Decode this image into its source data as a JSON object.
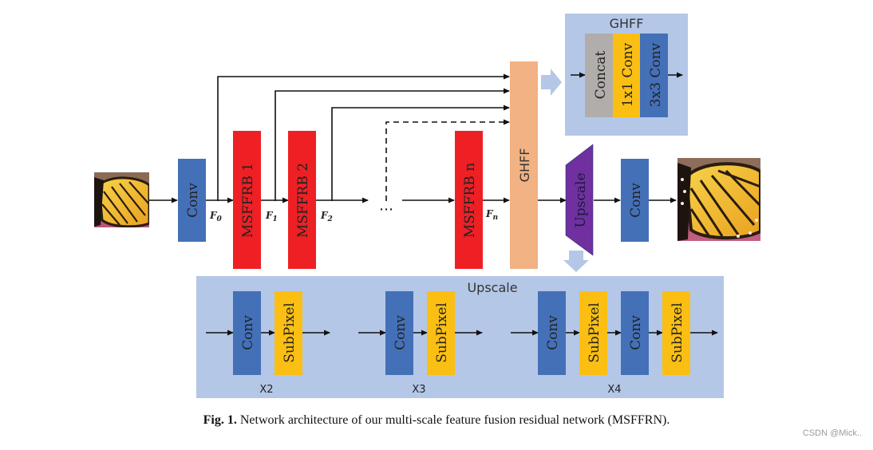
{
  "figure": {
    "title": "Network architecture of our multi-scale feature fusion residual network (MSFFRN).",
    "caption_label": "Fig. 1.",
    "caption_text": "Network architecture of our multi-scale feature fusion residual network (MSFFRN).",
    "watermark": "CSDN @Mick.."
  },
  "colors": {
    "conv": "#4470b8",
    "msffrb": "#ee2024",
    "ghff": "#f2b283",
    "upscale": "#7030a0",
    "concat": "#b1adab",
    "conv1x1": "#fbbf13",
    "subpixel": "#fbbf13",
    "panel": "#b4c7e7",
    "arrow": "#111111"
  },
  "main": {
    "input_image": "low-resolution butterfly image",
    "output_image": "super-resolved butterfly image",
    "conv_in": "Conv",
    "blocks": [
      "MSFFRB 1",
      "MSFFRB 2",
      "MSFFRB n"
    ],
    "ellipsis": "⋯",
    "features": [
      "F",
      "F",
      "F",
      "F"
    ],
    "feature_subs": [
      "0",
      "1",
      "2",
      "n"
    ],
    "ghff": "GHFF",
    "upscale": "Upscale",
    "conv_out": "Conv"
  },
  "ghff_detail": {
    "title": "GHFF",
    "layers": [
      "Concat",
      "1x1 Conv",
      "3x3 Conv"
    ]
  },
  "upscale_detail": {
    "title": "Upscale",
    "groups": [
      {
        "label": "X2",
        "layers": [
          "Conv",
          "SubPixel"
        ]
      },
      {
        "label": "X3",
        "layers": [
          "Conv",
          "SubPixel"
        ]
      },
      {
        "label": "X4",
        "layers": [
          "Conv",
          "SubPixel",
          "Conv",
          "SubPixel"
        ]
      }
    ]
  }
}
